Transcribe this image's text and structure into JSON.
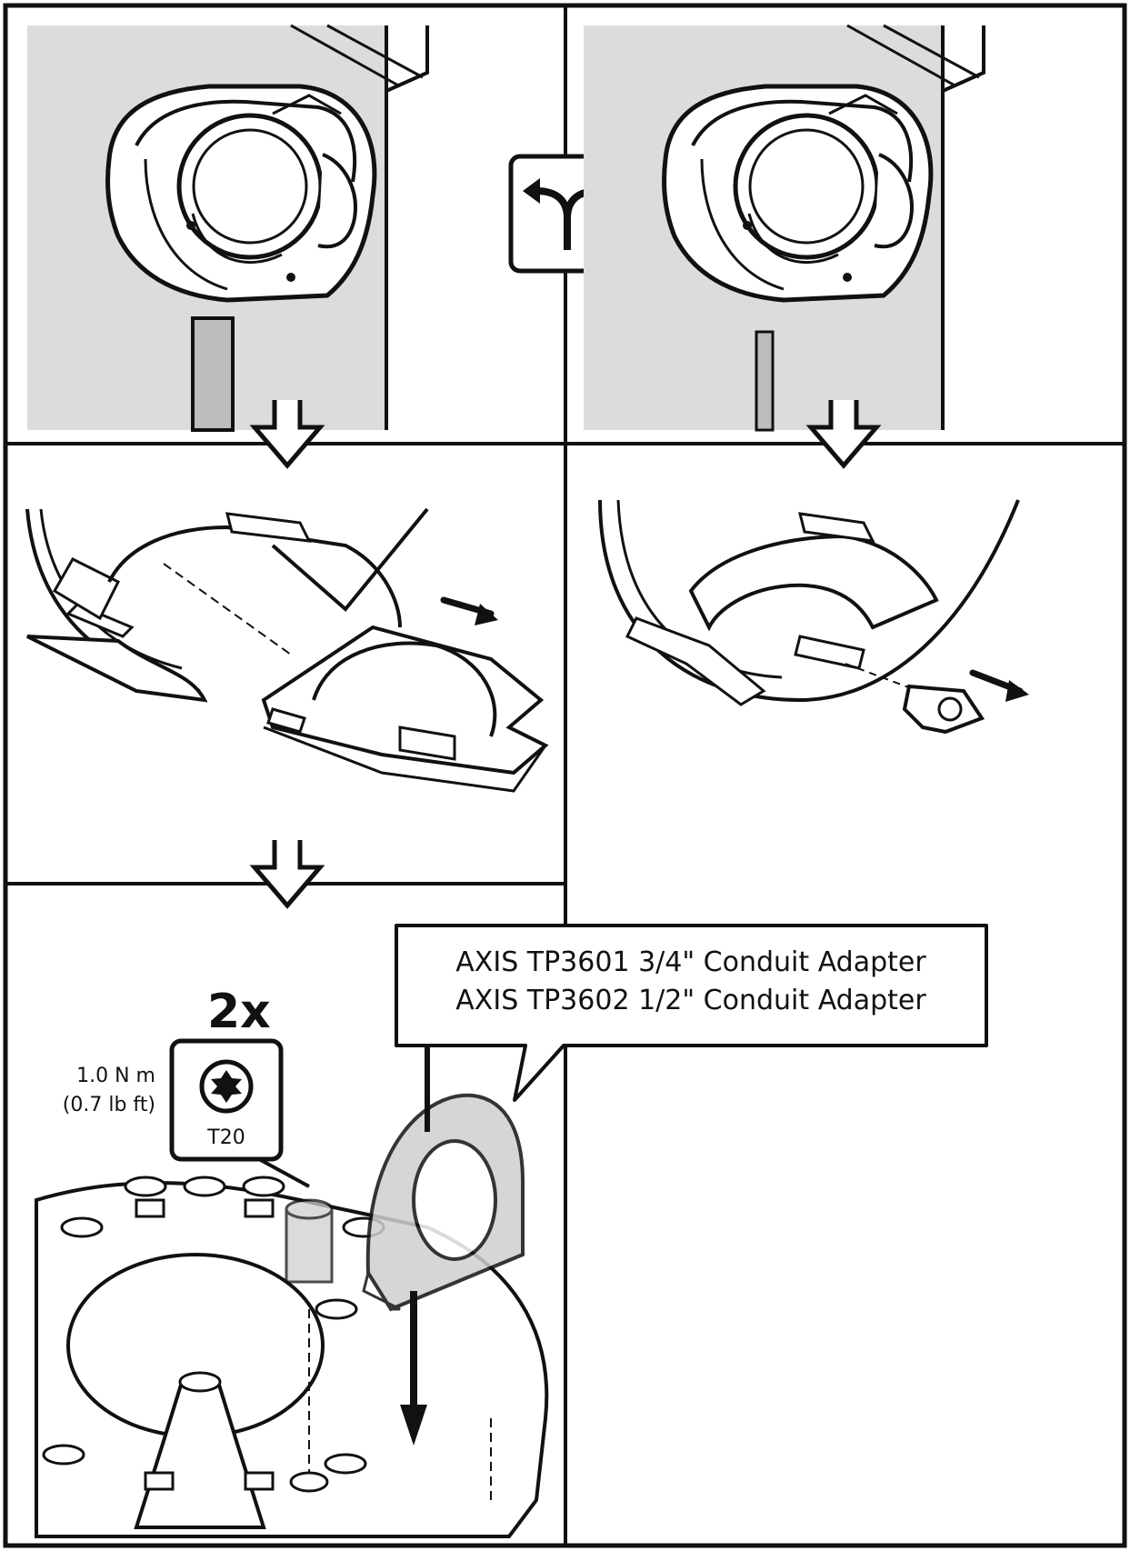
{
  "callout": {
    "line1": "AXIS TP3601 3/4\" Conduit Adapter",
    "line2": "AXIS TP3602 1/2\" Conduit Adapter"
  },
  "screws": {
    "multiplier": "2x",
    "torque_nm": "1.0 N m",
    "torque_lbft": "(0.7 lb ft)",
    "bit": "T20"
  },
  "icons": {
    "choice": "fork-arrow-icon",
    "step_arrow": "hollow-down-arrow-icon",
    "direction": "solid-arrow-icon",
    "torx": "torx-bit-icon"
  },
  "colors": {
    "line": "#111111",
    "wall": "#dcdcdc",
    "conduit": "#bdbdbd",
    "adapter": "#cfcfcf"
  }
}
